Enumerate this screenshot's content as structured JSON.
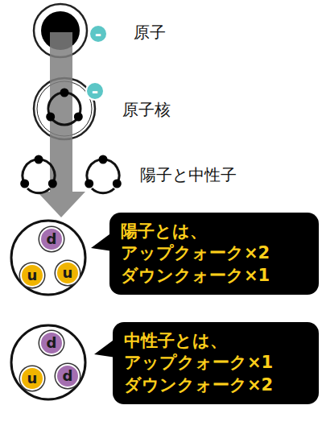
{
  "diagram": {
    "nodes": [
      {
        "text": [
          "-"
        ]
      },
      {
        "text": [
          "-"
        ]
      },
      {
        "text": [
          "d"
        ]
      },
      {
        "text": [
          "u"
        ]
      },
      {
        "text": [
          "u"
        ]
      },
      {
        "text": [
          "陽子とは、",
          "アップクォーク×2",
          "ダウンクォーク×1"
        ]
      },
      {
        "text": [
          "d"
        ]
      },
      {
        "text": [
          "u"
        ]
      },
      {
        "text": [
          "d"
        ]
      },
      {
        "text": [
          "中性子とは、",
          "アップクォーク×1",
          "ダウンクォーク×2"
        ]
      }
    ],
    "labels": [
      "原子",
      "原子核",
      "陽子と中性子"
    ]
  }
}
